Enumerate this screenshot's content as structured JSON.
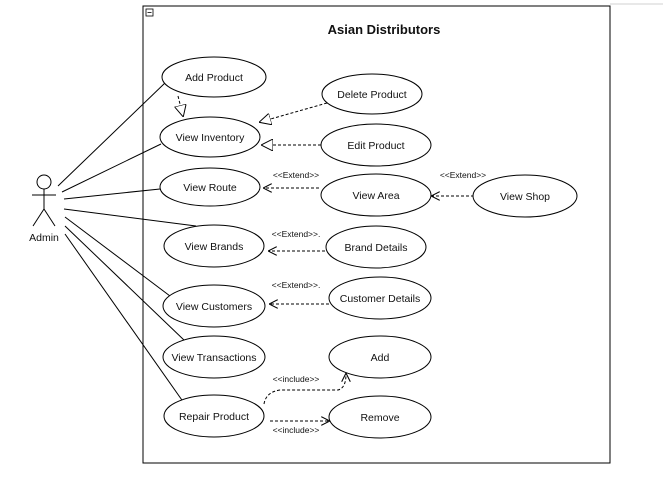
{
  "system": {
    "title": "Asian Distributors"
  },
  "actor": {
    "name": "Admin"
  },
  "use_cases": {
    "add_product": "Add Product",
    "view_inventory": "View Inventory",
    "view_route": "View Route",
    "view_brands": "View Brands",
    "view_customers": "View Customers",
    "view_transactions": "View Transactions",
    "repair_product": "Repair Product",
    "delete_product": "Delete Product",
    "edit_product": "Edit Product",
    "view_area": "View Area",
    "view_shop": "View Shop",
    "brand_details": "Brand Details",
    "customer_details": "Customer Details",
    "add": "Add",
    "remove": "Remove"
  },
  "stereotypes": {
    "route_extend": "<<Extend>>",
    "area_extend": "<<Extend>>",
    "brand_extend": "<<Extend>>.",
    "customer_extend": "<<Extend>>.",
    "add_include": "<<include>>",
    "remove_include": "<<include>>"
  },
  "colors": {
    "line": "#000000",
    "background": "#ffffff"
  }
}
